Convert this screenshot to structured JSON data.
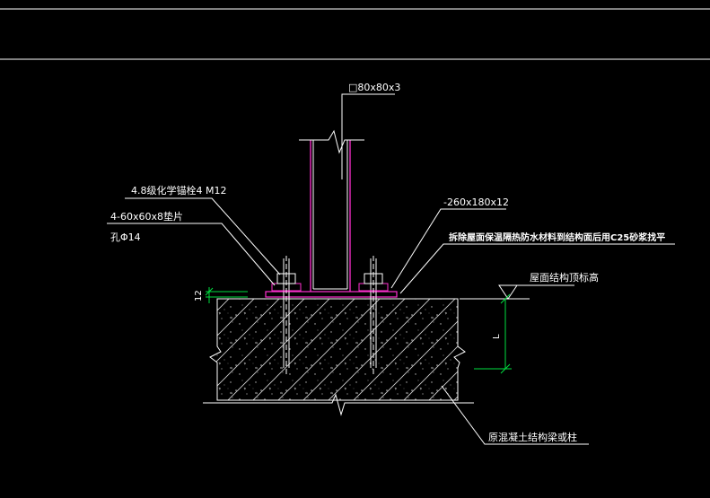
{
  "drawing": {
    "labels": {
      "tube_section": "□80x80x3",
      "anchor_bolt": "4.8级化学锚栓4 M12",
      "washer": "4-60x60x8垫片",
      "hole": "孔Φ14",
      "base_plate": "-260x180x12",
      "roof_note": "拆除屋面保温隔热防水材料到结构面后用C25砂浆找平",
      "roof_elevation": "屋面结构顶标高",
      "concrete_member": "原混凝土结构梁或柱",
      "dim_thickness": "12",
      "dim_length": "L"
    },
    "colors": {
      "background": "#000000",
      "line": "#ffffff",
      "steel": "#ff2fd0",
      "dimension": "#00e040",
      "concrete": "#bdbdbd"
    }
  }
}
